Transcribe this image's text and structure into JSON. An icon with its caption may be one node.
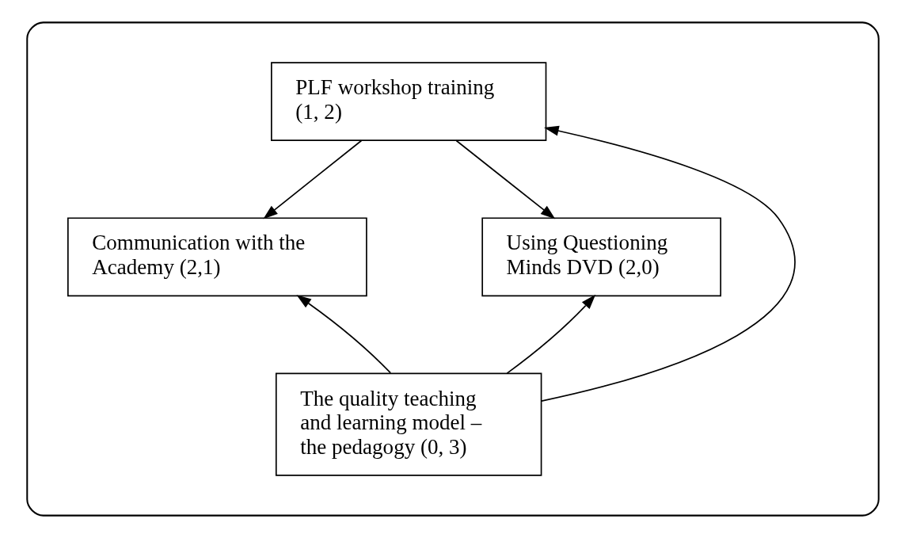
{
  "diagram": {
    "nodes": [
      {
        "text": [],
        "shape": "ellipse"
      },
      {
        "text": [
          "PLF workshop training (1, 2)"
        ],
        "in": 0
      },
      {
        "text": [
          "Communication with the Academy (2,1)"
        ],
        "in": 0
      },
      {
        "text": [
          "Using Questioning Minds DVD (2,0)"
        ],
        "in": 0
      },
      {
        "text": [
          "The quality teaching and learning model – the pedagogy (0, 3)"
        ],
        "in": 0
      }
    ],
    "edges": [
      {
        "from": 1,
        "to": 2,
        "arrow": "to"
      },
      {
        "from": 1,
        "to": 3,
        "arrow": "to"
      },
      {
        "from": 4,
        "to": 1,
        "arrow": "to"
      },
      {
        "from": 4,
        "to": 2,
        "arrow": "to"
      },
      {
        "from": 4,
        "to": 3,
        "arrow": "to"
      }
    ]
  }
}
